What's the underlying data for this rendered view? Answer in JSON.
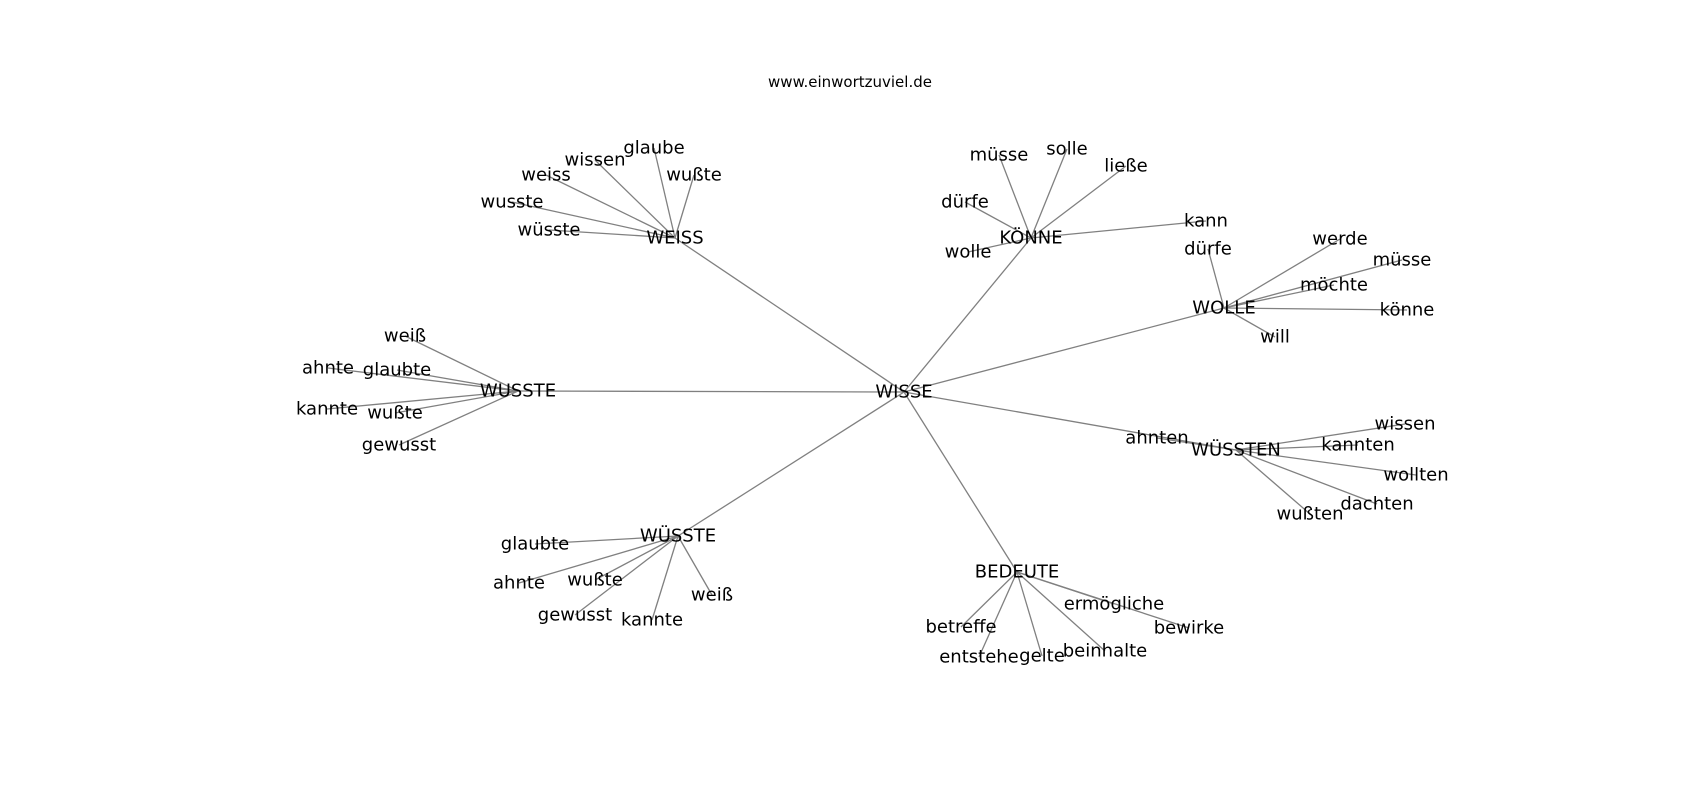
{
  "title": "www.einwortzuviel.de",
  "colors": {
    "edge": "#808080",
    "text": "#000000",
    "background": "#ffffff"
  },
  "nodes": [
    {
      "id": "wisse",
      "label": "WISSE"
    },
    {
      "id": "weiss_hub",
      "label": "WEISS"
    },
    {
      "id": "koenne_hub",
      "label": "KÖNNE"
    },
    {
      "id": "wolle_hub",
      "label": "WOLLE"
    },
    {
      "id": "wusste_hub",
      "label": "WUSSTE"
    },
    {
      "id": "wuessten_hub",
      "label": "WÜSSTEN"
    },
    {
      "id": "wuesste_hub",
      "label": "WÜSSTE"
    },
    {
      "id": "bedeute_hub",
      "label": "BEDEUTE"
    },
    {
      "id": "w_glaube",
      "label": "glaube"
    },
    {
      "id": "w_wissen",
      "label": "wissen"
    },
    {
      "id": "w_weiss",
      "label": "weiss"
    },
    {
      "id": "w_wusste",
      "label": "wusste"
    },
    {
      "id": "w_wuesste",
      "label": "wüsste"
    },
    {
      "id": "w_wuszte",
      "label": "wußte"
    },
    {
      "id": "k_muesse",
      "label": "müsse"
    },
    {
      "id": "k_solle",
      "label": "solle"
    },
    {
      "id": "k_liesse",
      "label": "ließe"
    },
    {
      "id": "k_duerfe",
      "label": "dürfe"
    },
    {
      "id": "k_kann",
      "label": "kann"
    },
    {
      "id": "k_wolle",
      "label": "wolle"
    },
    {
      "id": "o_duerfe",
      "label": "dürfe"
    },
    {
      "id": "o_werde",
      "label": "werde"
    },
    {
      "id": "o_muesse",
      "label": "müsse"
    },
    {
      "id": "o_moechte",
      "label": "möchte"
    },
    {
      "id": "o_koenne",
      "label": "könne"
    },
    {
      "id": "o_will",
      "label": "will"
    },
    {
      "id": "u_weisz",
      "label": "weiß"
    },
    {
      "id": "u_ahnte",
      "label": "ahnte"
    },
    {
      "id": "u_glaubte",
      "label": "glaubte"
    },
    {
      "id": "u_kannte",
      "label": "kannte"
    },
    {
      "id": "u_wuszte",
      "label": "wußte"
    },
    {
      "id": "u_gewusst",
      "label": "gewusst"
    },
    {
      "id": "n_ahnten",
      "label": "ahnten"
    },
    {
      "id": "n_wissen",
      "label": "wissen"
    },
    {
      "id": "n_kannten",
      "label": "kannten"
    },
    {
      "id": "n_wollten",
      "label": "wollten"
    },
    {
      "id": "n_dachten",
      "label": "dachten"
    },
    {
      "id": "n_wuszten",
      "label": "wußten"
    },
    {
      "id": "e_glaubte",
      "label": "glaubte"
    },
    {
      "id": "e_ahnte",
      "label": "ahnte"
    },
    {
      "id": "e_wuszte",
      "label": "wußte"
    },
    {
      "id": "e_gewusst",
      "label": "gewusst"
    },
    {
      "id": "e_kannte",
      "label": "kannte"
    },
    {
      "id": "e_weisz",
      "label": "weiß"
    },
    {
      "id": "b_betreffe",
      "label": "betreffe"
    },
    {
      "id": "b_entstehe",
      "label": "entstehe"
    },
    {
      "id": "b_gelte",
      "label": "gelte"
    },
    {
      "id": "b_beinhalte",
      "label": "beinhalte"
    },
    {
      "id": "b_ermoegliche",
      "label": "ermögliche"
    },
    {
      "id": "b_bewirke",
      "label": "bewirke"
    }
  ],
  "edges": [
    [
      "wisse",
      "weiss_hub"
    ],
    [
      "wisse",
      "koenne_hub"
    ],
    [
      "wisse",
      "wolle_hub"
    ],
    [
      "wisse",
      "wusste_hub"
    ],
    [
      "wisse",
      "wuessten_hub"
    ],
    [
      "wisse",
      "wuesste_hub"
    ],
    [
      "wisse",
      "bedeute_hub"
    ],
    [
      "weiss_hub",
      "w_glaube"
    ],
    [
      "weiss_hub",
      "w_wissen"
    ],
    [
      "weiss_hub",
      "w_weiss"
    ],
    [
      "weiss_hub",
      "w_wusste"
    ],
    [
      "weiss_hub",
      "w_wuesste"
    ],
    [
      "weiss_hub",
      "w_wuszte"
    ],
    [
      "koenne_hub",
      "k_muesse"
    ],
    [
      "koenne_hub",
      "k_solle"
    ],
    [
      "koenne_hub",
      "k_liesse"
    ],
    [
      "koenne_hub",
      "k_duerfe"
    ],
    [
      "koenne_hub",
      "k_kann"
    ],
    [
      "koenne_hub",
      "k_wolle"
    ],
    [
      "wolle_hub",
      "o_duerfe"
    ],
    [
      "wolle_hub",
      "o_werde"
    ],
    [
      "wolle_hub",
      "o_muesse"
    ],
    [
      "wolle_hub",
      "o_moechte"
    ],
    [
      "wolle_hub",
      "o_koenne"
    ],
    [
      "wolle_hub",
      "o_will"
    ],
    [
      "wusste_hub",
      "u_weisz"
    ],
    [
      "wusste_hub",
      "u_ahnte"
    ],
    [
      "wusste_hub",
      "u_glaubte"
    ],
    [
      "wusste_hub",
      "u_kannte"
    ],
    [
      "wusste_hub",
      "u_wuszte"
    ],
    [
      "wusste_hub",
      "u_gewusst"
    ],
    [
      "wuessten_hub",
      "n_ahnten"
    ],
    [
      "wuessten_hub",
      "n_wissen"
    ],
    [
      "wuessten_hub",
      "n_kannten"
    ],
    [
      "wuessten_hub",
      "n_wollten"
    ],
    [
      "wuessten_hub",
      "n_dachten"
    ],
    [
      "wuessten_hub",
      "n_wuszten"
    ],
    [
      "wuesste_hub",
      "e_glaubte"
    ],
    [
      "wuesste_hub",
      "e_ahnte"
    ],
    [
      "wuesste_hub",
      "e_wuszte"
    ],
    [
      "wuesste_hub",
      "e_gewusst"
    ],
    [
      "wuesste_hub",
      "e_kannte"
    ],
    [
      "wuesste_hub",
      "e_weisz"
    ],
    [
      "bedeute_hub",
      "b_betreffe"
    ],
    [
      "bedeute_hub",
      "b_entstehe"
    ],
    [
      "bedeute_hub",
      "b_gelte"
    ],
    [
      "bedeute_hub",
      "b_beinhalte"
    ],
    [
      "bedeute_hub",
      "b_ermoegliche"
    ],
    [
      "bedeute_hub",
      "b_bewirke"
    ]
  ]
}
